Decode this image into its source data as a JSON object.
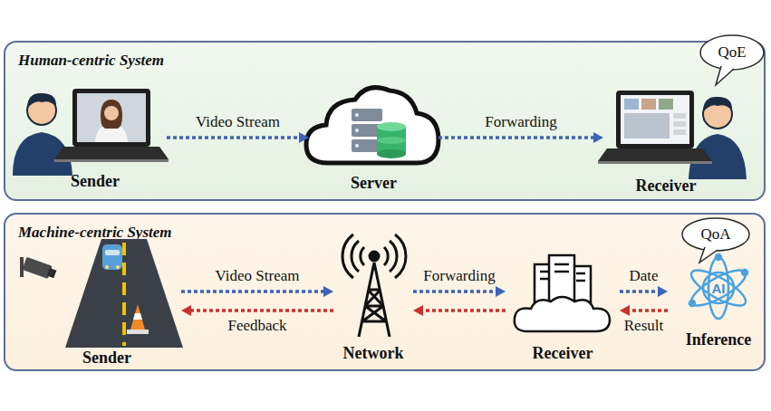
{
  "diagram": {
    "nodes": [
      {
        "text": [
          "Human-centric System"
        ]
      },
      {
        "text": [
          "Sender"
        ],
        "in": 0
      },
      {
        "text": [
          "Server"
        ],
        "in": 0
      },
      {
        "text": [
          "Receiver"
        ],
        "in": 0
      },
      {
        "text": [
          "QoE"
        ],
        "in": 0
      },
      {
        "text": [
          "Machine-centric System"
        ]
      },
      {
        "text": [
          "Sender"
        ],
        "in": 5
      },
      {
        "text": [
          "Network"
        ],
        "in": 5
      },
      {
        "text": [
          "Receiver"
        ],
        "in": 5
      },
      {
        "text": [
          "Inference"
        ],
        "in": 5
      },
      {
        "text": [
          "QoA"
        ],
        "in": 5
      }
    ],
    "edges": [
      {
        "from": 1,
        "to": 2,
        "label": "Video Stream",
        "arrow": "to"
      },
      {
        "from": 2,
        "to": 3,
        "label": "Forwarding",
        "arrow": "to"
      },
      {
        "from": 6,
        "to": 7,
        "label": "Video Stream",
        "arrow": "to"
      },
      {
        "from": 7,
        "to": 6,
        "label": "Feedback",
        "arrow": "to"
      },
      {
        "from": 7,
        "to": 8,
        "label": "Forwarding",
        "arrow": "to"
      },
      {
        "from": 8,
        "to": 7,
        "arrow": "to"
      },
      {
        "from": 8,
        "to": 9,
        "label": "Date",
        "arrow": "to"
      },
      {
        "from": 9,
        "to": 8,
        "label": "Result",
        "arrow": "to"
      }
    ],
    "labels": [
      "AI"
    ]
  }
}
